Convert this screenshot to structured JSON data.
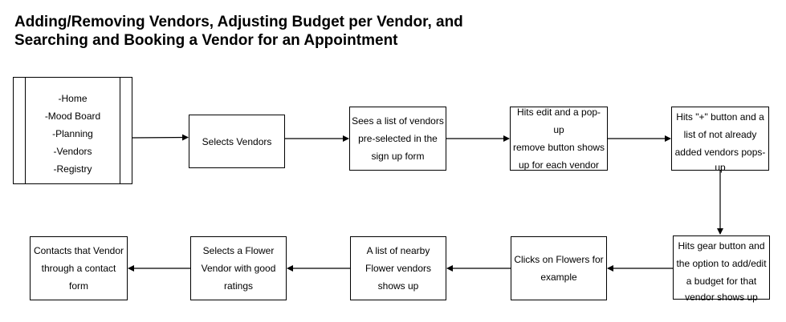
{
  "title": {
    "line1": "Adding/Removing Vendors, Adjusting Budget per Vendor, and",
    "line2": "Searching and Booking a Vendor for an Appointment"
  },
  "menu": {
    "items": [
      "-Home",
      "-Mood Board",
      "-Planning",
      "-Vendors",
      "-Registry"
    ]
  },
  "steps": [
    {
      "lines": [
        "Selects Vendors"
      ]
    },
    {
      "lines": [
        "Sees a list of vendors",
        "pre-selected in the",
        "sign up form"
      ]
    },
    {
      "lines": [
        "Hits edit and a pop-up",
        "remove button shows",
        "up for each vendor"
      ]
    },
    {
      "lines": [
        "Hits \"+\" button and a",
        "list of not already",
        "added vendors pops-",
        "up"
      ]
    },
    {
      "lines": [
        "Hits gear button and",
        "the option to add/edit",
        "a budget for that",
        "vendor shows up"
      ]
    },
    {
      "lines": [
        "Clicks on Flowers for",
        "example"
      ]
    },
    {
      "lines": [
        "A list of nearby",
        "Flower vendors",
        "shows up"
      ]
    },
    {
      "lines": [
        "Selects a Flower",
        "Vendor with good",
        "ratings"
      ]
    },
    {
      "lines": [
        "Contacts that Vendor",
        "through a contact",
        "form"
      ]
    }
  ]
}
